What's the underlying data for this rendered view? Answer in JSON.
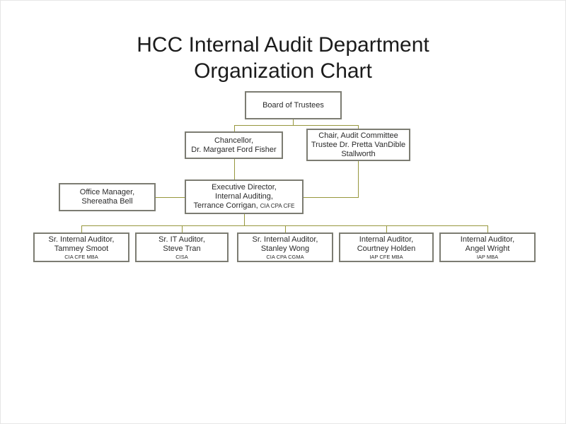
{
  "title": {
    "line1": "HCC Internal Audit Department",
    "line2": "Organization Chart"
  },
  "colors": {
    "connector": "#97973d",
    "box-border": "#7c7c72",
    "title-text": "#1b1b1b"
  },
  "boxes": {
    "board": {
      "lines": [
        "Board of Trustees"
      ]
    },
    "chancellor": {
      "lines": [
        "Chancellor,",
        "Dr. Margaret Ford Fisher"
      ]
    },
    "chair": {
      "lines": [
        "Chair, Audit Committee",
        "Trustee Dr. Pretta VanDible",
        "Stallworth"
      ]
    },
    "office_manager": {
      "lines": [
        "Office Manager,",
        "Shereatha Bell"
      ]
    },
    "exec_director": {
      "lines": [
        "Executive Director,",
        "Internal Auditing,"
      ],
      "name": "Terrance Corrigan,",
      "credentials": "CIA CPA CFE"
    },
    "auditors": [
      {
        "title": "Sr. Internal Auditor,",
        "name": "Tammey Smoot",
        "credentials": "CIA CFE MBA"
      },
      {
        "title": "Sr. IT Auditor,",
        "name": "Steve Tran",
        "credentials": "CISA"
      },
      {
        "title": "Sr. Internal Auditor,",
        "name": "Stanley Wong",
        "credentials": "CIA CPA CGMA"
      },
      {
        "title": "Internal Auditor,",
        "name": "Courtney Holden",
        "credentials": "IAP CFE MBA"
      },
      {
        "title": "Internal Auditor,",
        "name": "Angel Wright",
        "credentials": "IAP  MBA"
      }
    ]
  }
}
